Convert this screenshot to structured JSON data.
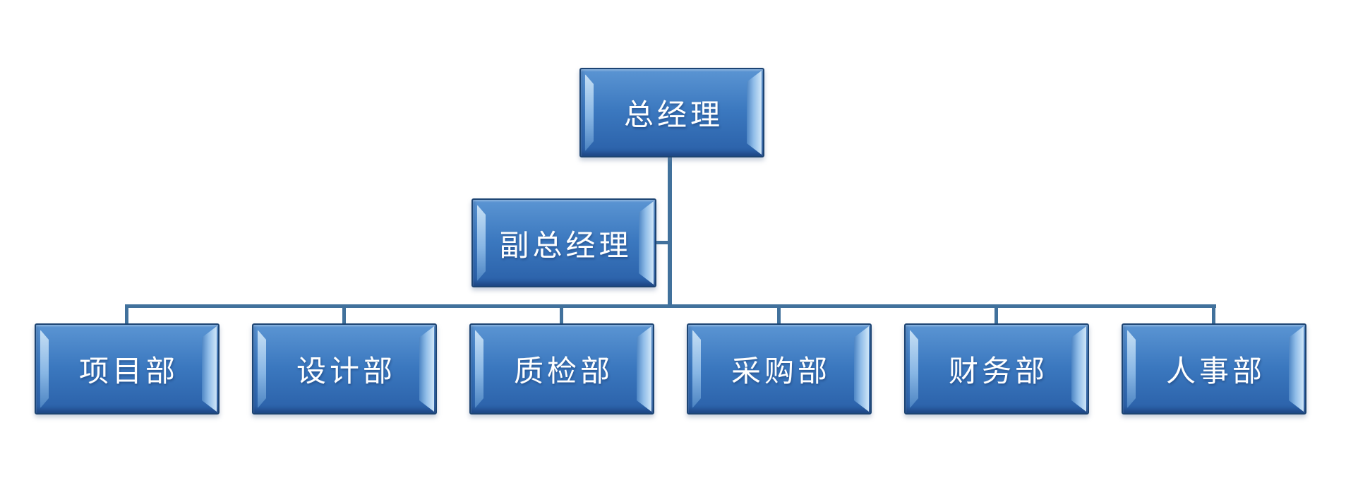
{
  "diagram": {
    "type": "org-chart",
    "hierarchy": {
      "root": "总经理",
      "assistant": "副总经理",
      "children": [
        "项目部",
        "设计部",
        "质检部",
        "采购部",
        "财务部",
        "人事部"
      ]
    }
  },
  "nodes": {
    "ceo": {
      "label": "总经理"
    },
    "deputy": {
      "label": "副总经理"
    },
    "departments": [
      {
        "label": "项目部"
      },
      {
        "label": "设计部"
      },
      {
        "label": "质检部"
      },
      {
        "label": "采购部"
      },
      {
        "label": "财务部"
      },
      {
        "label": "人事部"
      }
    ]
  },
  "colors": {
    "background": "#FFFFFF",
    "box_border": "#1C4473",
    "box_fill_top": "#5B95D3",
    "box_fill_mid": "#3B78BF",
    "box_fill_bottom": "#2A60A8",
    "bevel_light": "#CFE6F8",
    "bevel_mid": "#8FBCE8",
    "bevel_dark": "#4E86C4",
    "connector": "#41719C",
    "text": "#FFFFFF"
  }
}
